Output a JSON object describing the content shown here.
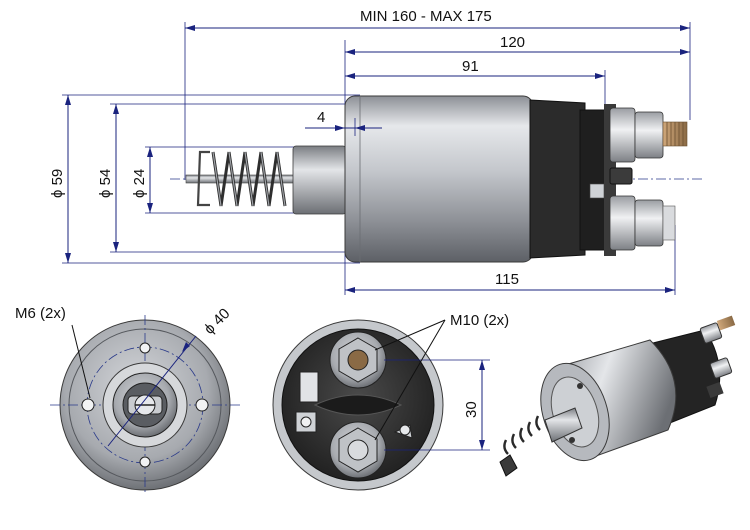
{
  "dimensions": {
    "overall_length": "MIN 160 - MAX 175",
    "length_120": "120",
    "length_91": "91",
    "gap_4": "4",
    "length_115": "115",
    "dia_59": "ϕ 59",
    "dia_54": "ϕ 54",
    "dia_24": "ϕ 24",
    "dia_40": "ϕ 40",
    "spacing_30": "30"
  },
  "callouts": {
    "m6": "M6 (2x)",
    "m10": "M10 (2x)"
  },
  "colors": {
    "dimension_line": "#1a237e",
    "body_metal": "#b8bcc2",
    "black_cap": "#2b2b2b",
    "background": "#ffffff"
  }
}
